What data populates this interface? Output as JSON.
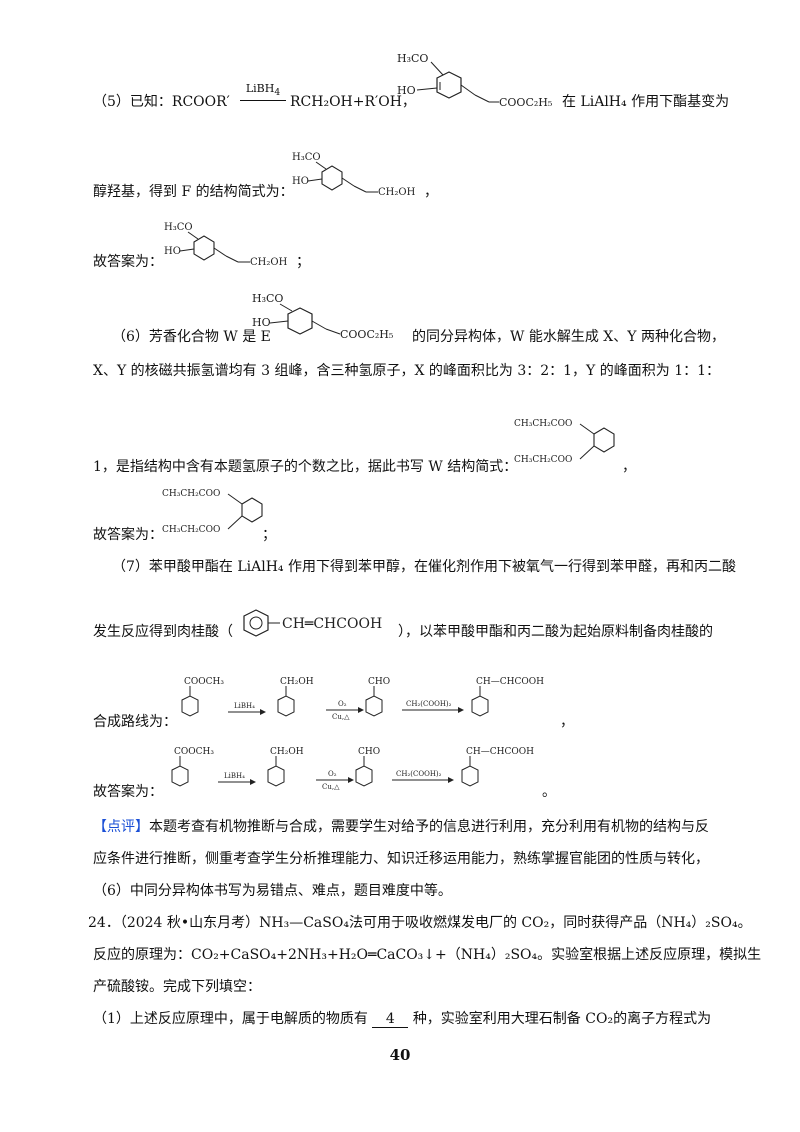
{
  "s5": {
    "part1": "（5）已知：RCOOR′",
    "reagent": "LiBH",
    "reagent_sub": "4",
    "part2": "RCH₂OH+R′OH，",
    "part3": "在 LiAlH₄ 作用下酯基变为",
    "line2": "醇羟基，得到 F 的结构简式为：",
    "line2_end": "，",
    "ans_label": "故答案为：",
    "ans_end": "；"
  },
  "s6": {
    "part1": "（6）芳香化合物 W 是 E",
    "part2": "的同分异构体，W 能水解生成 X、Y 两种化合物，",
    "line2": "X、Y 的核磁共振氢谱均有 3 组峰，含三种氢原子，X 的峰面积比为 3：2：1，Y 的峰面积为 1：1：",
    "line3": "1，是指结构中含有本题氢原子的个数之比，据此书写 W 结构简式：",
    "line3_end": "，",
    "ans_label": "故答案为：",
    "ans_end": "；"
  },
  "s7": {
    "line1": "（7）苯甲酸甲酯在 LiAlH₄ 作用下得到苯甲醇，在催化剂作用下被氧气一行得到苯甲醛，再和丙二酸",
    "line2a": "发生反应得到肉桂酸（",
    "line2b": "），以苯甲酸甲酯和丙二酸为起始原料制备肉桂酸的",
    "route_label": "合成路线为：",
    "route_end": "，",
    "ans_label": "故答案为：",
    "ans_end": "。"
  },
  "comment": {
    "tag": "【点评】",
    "line1": "本题考查有机物推断与合成，需要学生对给予的信息进行利用，充分利用有机物的结构与反",
    "line2": "应条件进行推断，侧重考查学生分析推理能力、知识迁移运用能力，熟练掌握官能团的性质与转化，",
    "line3": "（6）中同分异构体书写为易错点、难点，题目难度中等。"
  },
  "q24": {
    "line1": "24．（2024 秋•山东月考）NH₃—CaSO₄法可用于吸收燃煤发电厂的 CO₂，同时获得产品（NH₄）₂SO₄。",
    "line2": "反应的原理为：CO₂+CaSO₄+2NH₃+H₂O═CaCO₃↓+（NH₄）₂SO₄。实验室根据上述反应原理，模拟生",
    "line3": "产硫酸铵。完成下列填空：",
    "line4a": "（1）上述反应原理中，属于电解质的物质有",
    "blank": "4",
    "line4b": "种，实验室利用大理石制备 CO₂的离子方程式为"
  },
  "mol": {
    "h3co": "H₃CO",
    "ho": "HO",
    "cooc2h5": "COOC₂H₅",
    "ch2oh": "CH₂OH",
    "ester_top": "CH₃CH₂COO",
    "ester_bot": "CH₃CH₂COO",
    "cinnamic": "CH═CHCOOH",
    "cooch3": "COOCH₃",
    "cho": "CHO",
    "ch_chcooh": "CH—CHCOOH",
    "lbh4": "LiBH₄",
    "o2": "O₂",
    "cu_heat": "Cu,△",
    "malonic": "CH₂(COOH)₂"
  },
  "page_number": "40"
}
